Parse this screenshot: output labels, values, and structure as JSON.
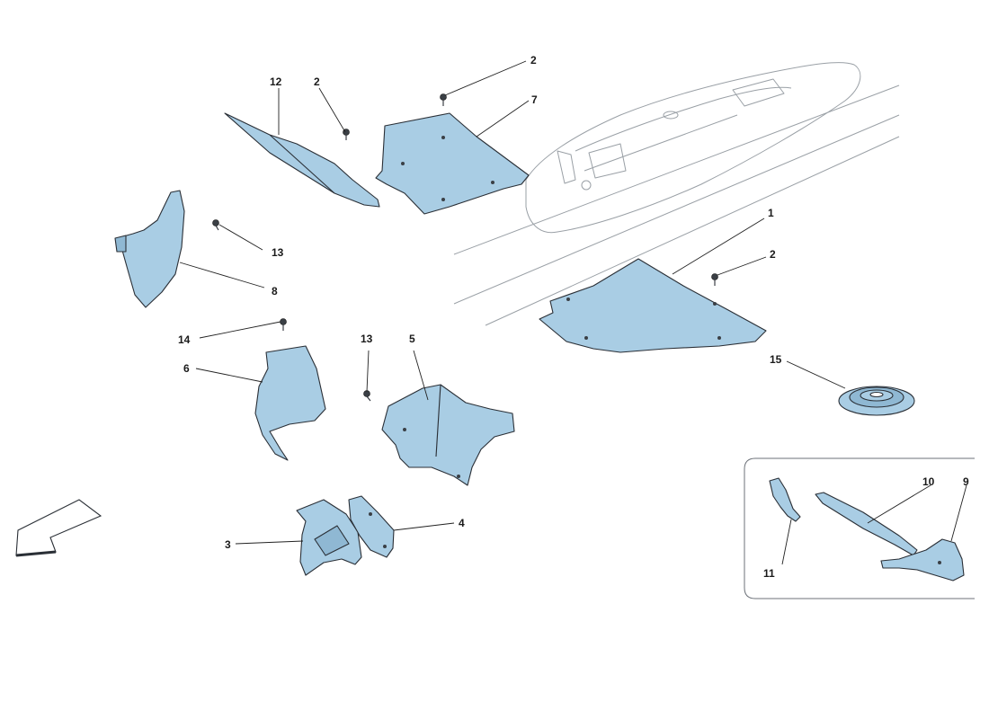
{
  "colors": {
    "part_fill": "#a9cde4",
    "part_shade": "#8fb8d3",
    "outline": "#2a2f36",
    "ghost_outline": "#9aa0a6"
  },
  "callouts": {
    "c1": "1",
    "c2a": "2",
    "c2b": "2",
    "c2c": "2",
    "c3": "3",
    "c4": "4",
    "c5": "5",
    "c6": "6",
    "c7": "7",
    "c8": "8",
    "c9": "9",
    "c10": "10",
    "c11": "11",
    "c12": "12",
    "c13a": "13",
    "c13b": "13",
    "c14": "14",
    "c15": "15"
  },
  "icons": {
    "direction_arrow": "front-direction-arrow-icon"
  }
}
